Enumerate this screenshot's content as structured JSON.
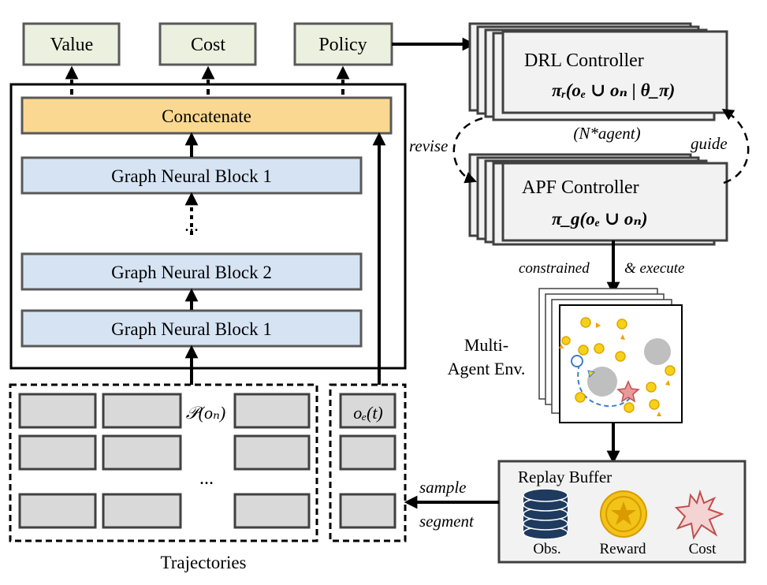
{
  "outputs": {
    "value": "Value",
    "cost": "Cost",
    "policy": "Policy"
  },
  "network": {
    "concatenate": "Concatenate",
    "block_top": "Graph Neural Block 1",
    "dots": "...",
    "block_mid": "Graph Neural Block 2",
    "block_bottom": "Graph Neural Block 1"
  },
  "trajectories": {
    "label": "Trajectories",
    "neighbor_obs": "𝒫(oₙ)",
    "ego_obs": "oₑ(t)",
    "dots": "..."
  },
  "drl": {
    "title": "DRL Controller",
    "formula": "πᵣ(oₑ ∪ oₙ | θ_π)"
  },
  "apf": {
    "title": "APF Controller",
    "formula": "π_g(oₑ ∪ oₙ)"
  },
  "loop": {
    "revise": "revise",
    "n_agent": "(N*agent)",
    "guide": "guide"
  },
  "execute": {
    "constrained": "constrained",
    "and_execute": "& execute"
  },
  "env": {
    "label_line1": "Multi-",
    "label_line2": "Agent Env."
  },
  "buffer": {
    "title": "Replay Buffer",
    "obs": "Obs.",
    "reward": "Reward",
    "cost": "Cost"
  },
  "sampling": {
    "sample": "sample",
    "segment": "segment"
  },
  "colors": {
    "output_fill": "#ebf1de",
    "concat_fill": "#fbd891",
    "gnb_fill": "#d6e3f3",
    "cell_fill": "#d9d9d9",
    "controller_fill": "#f2f2f2",
    "buffer_fill": "#f2f2f2",
    "reward_gold": "#f2c318",
    "cost_fill": "#f4d3d3",
    "cost_stroke": "#c0504d",
    "agent_yellow": "#f5d21a",
    "agent_blue": "#3d7cc9",
    "obstacle_gray": "#bfbfbf"
  }
}
